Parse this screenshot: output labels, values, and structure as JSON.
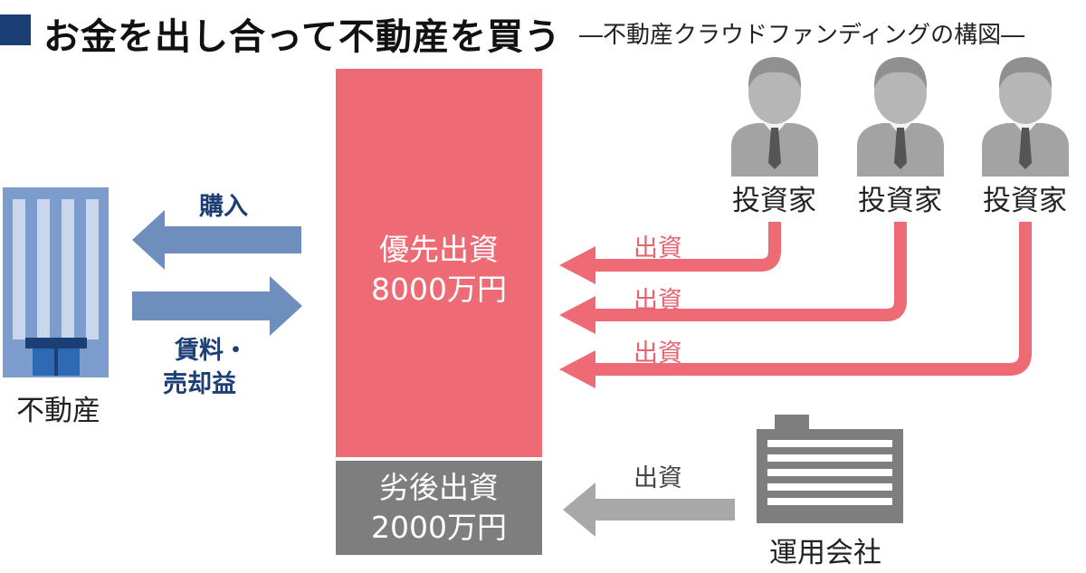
{
  "title": {
    "main": "お金を出し合って不動産を買う",
    "sub": "―不動産クラウドファンディングの構図―"
  },
  "property": {
    "label": "不動産"
  },
  "arrows": {
    "purchase": "購入",
    "rent_line1": "賃料・",
    "rent_line2": "売却益",
    "invest": "出資"
  },
  "senior": {
    "line1": "優先出資",
    "line2": "8000万円"
  },
  "junior": {
    "line1": "劣後出資",
    "line2": "2000万円"
  },
  "investors": [
    {
      "label": "投資家"
    },
    {
      "label": "投資家"
    },
    {
      "label": "投資家"
    }
  ],
  "operator": {
    "label": "運用会社"
  },
  "colors": {
    "navy": "#1b3f74",
    "steel_blue": "#6e8fbe",
    "building_blue": "#7b9ccc",
    "red": "#ee6a74",
    "grey": "#7e7e7e",
    "light_grey": "#a8a8a8"
  }
}
